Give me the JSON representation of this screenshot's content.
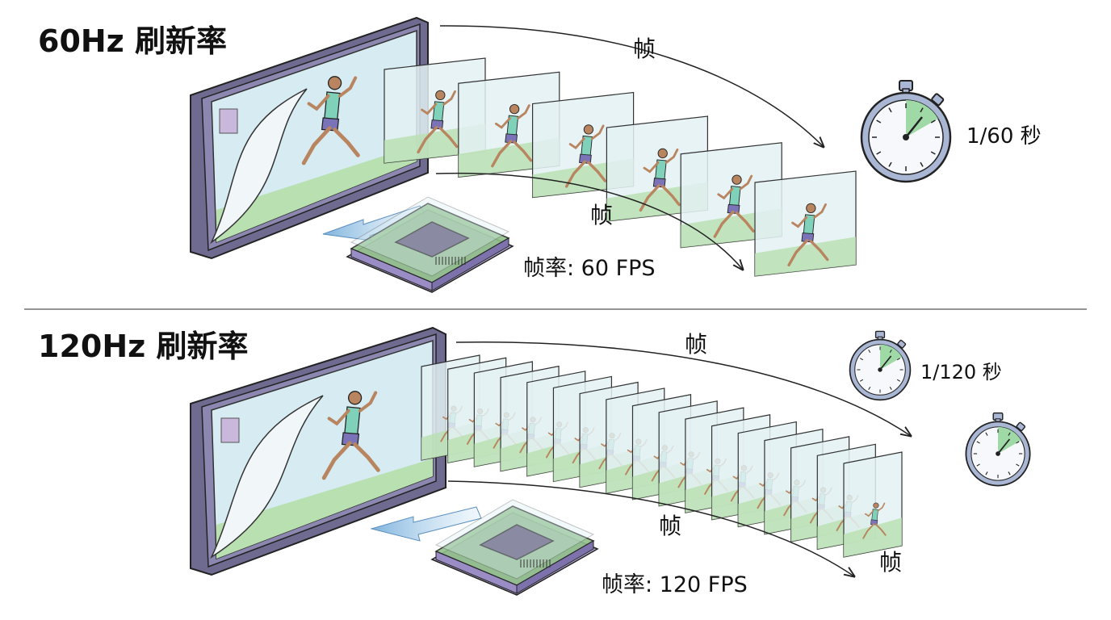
{
  "panels": [
    {
      "title": "60Hz 刷新率",
      "frame_label_top": "帧",
      "frame_label_bottom": "帧",
      "timer_label": "1/60 秒",
      "fps_label": "帧率: 60 FPS",
      "frame_count": 6
    },
    {
      "title": "120Hz 刷新率",
      "frame_label_top": "帧",
      "frame_label_bottom": "帧",
      "frame_label_end": "帧",
      "timer_label": "1/120 秒",
      "fps_label": "帧率: 120 FPS",
      "frame_count": 17
    }
  ],
  "colors": {
    "bezel": "#6f6a8f",
    "screen": "#d6ecf2",
    "floor": "#b8e0b0",
    "frame": "#e3f1f3",
    "shirt": "#7fd1b9",
    "shorts": "#7b73b8",
    "timer_face": "#a9b6d4",
    "timer_wedge": "#9ed9a6",
    "chip": "#8fbf8a"
  }
}
